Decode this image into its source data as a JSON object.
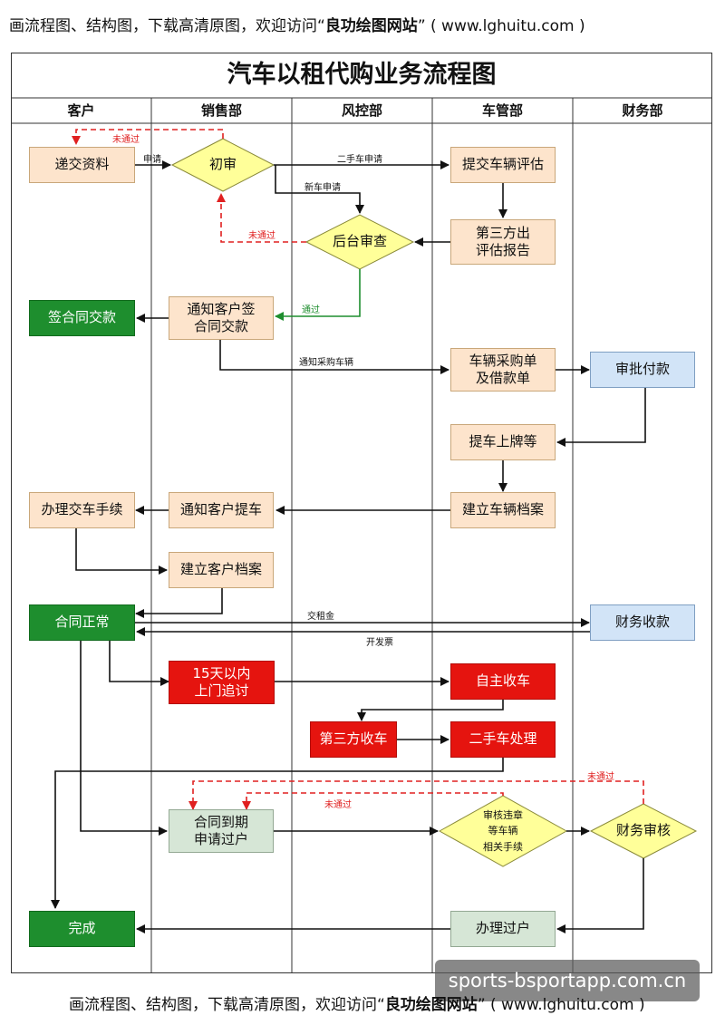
{
  "banner": {
    "text": "画流程图、结构图，下载高清原图，欢迎访问“",
    "site_name": "良功绘图网站",
    "site_url": "” ( www.lghuitu.com )"
  },
  "title": "汽车以租代购业务流程图",
  "lanes": [
    "客户",
    "销售部",
    "风控部",
    "车管部",
    "财务部"
  ],
  "nodes": {
    "submit_docs": "递交资料",
    "first_review": "初审",
    "submit_eval": "提交车辆评估",
    "third_party_report": "第三方出\n评估报告",
    "backend_review": "后台审查",
    "sign_contract": "签合同交款",
    "notify_sign": "通知客户签\n合同交款",
    "purchase_order": "车辆采购单\n及借款单",
    "approve_payment": "审批付款",
    "plate": "提车上牌等",
    "vehicle_file": "建立车辆档案",
    "notify_pickup": "通知客户提车",
    "handle_pickup": "办理交车手续",
    "customer_file": "建立客户档案",
    "contract_normal": "合同正常",
    "finance_receive": "财务收款",
    "follow_up": "15天以内\n上门追讨",
    "self_recover": "自主收车",
    "third_recover": "第三方收车",
    "used_car": "二手车处理",
    "expire_transfer": "合同到期\n申请过户",
    "audit_violations": "审核违章\n等车辆\n相关手续",
    "finance_review": "财务审核",
    "done": "完成",
    "handle_transfer": "办理过户"
  },
  "edges": {
    "apply": "申请",
    "reject1": "未通过",
    "used_car_apply": "二手车申请",
    "new_car_apply": "新车申请",
    "reject2": "未通过",
    "passed": "通过",
    "notify_purchase": "通知采购车辆",
    "rent_deposit": "交租金",
    "invoice": "开发票",
    "reject3": "未通过",
    "reject4": "未通过"
  },
  "watermark": "sports-bsportapp.com.cn",
  "colors": {
    "default_fill": "#fde4cc",
    "decision_fill": "#ffff99",
    "green": "#1e8e2e",
    "red": "#e5140f",
    "blue": "#d2e4f7",
    "gray": "#d6e6d6",
    "reject_line": "#e02020"
  }
}
